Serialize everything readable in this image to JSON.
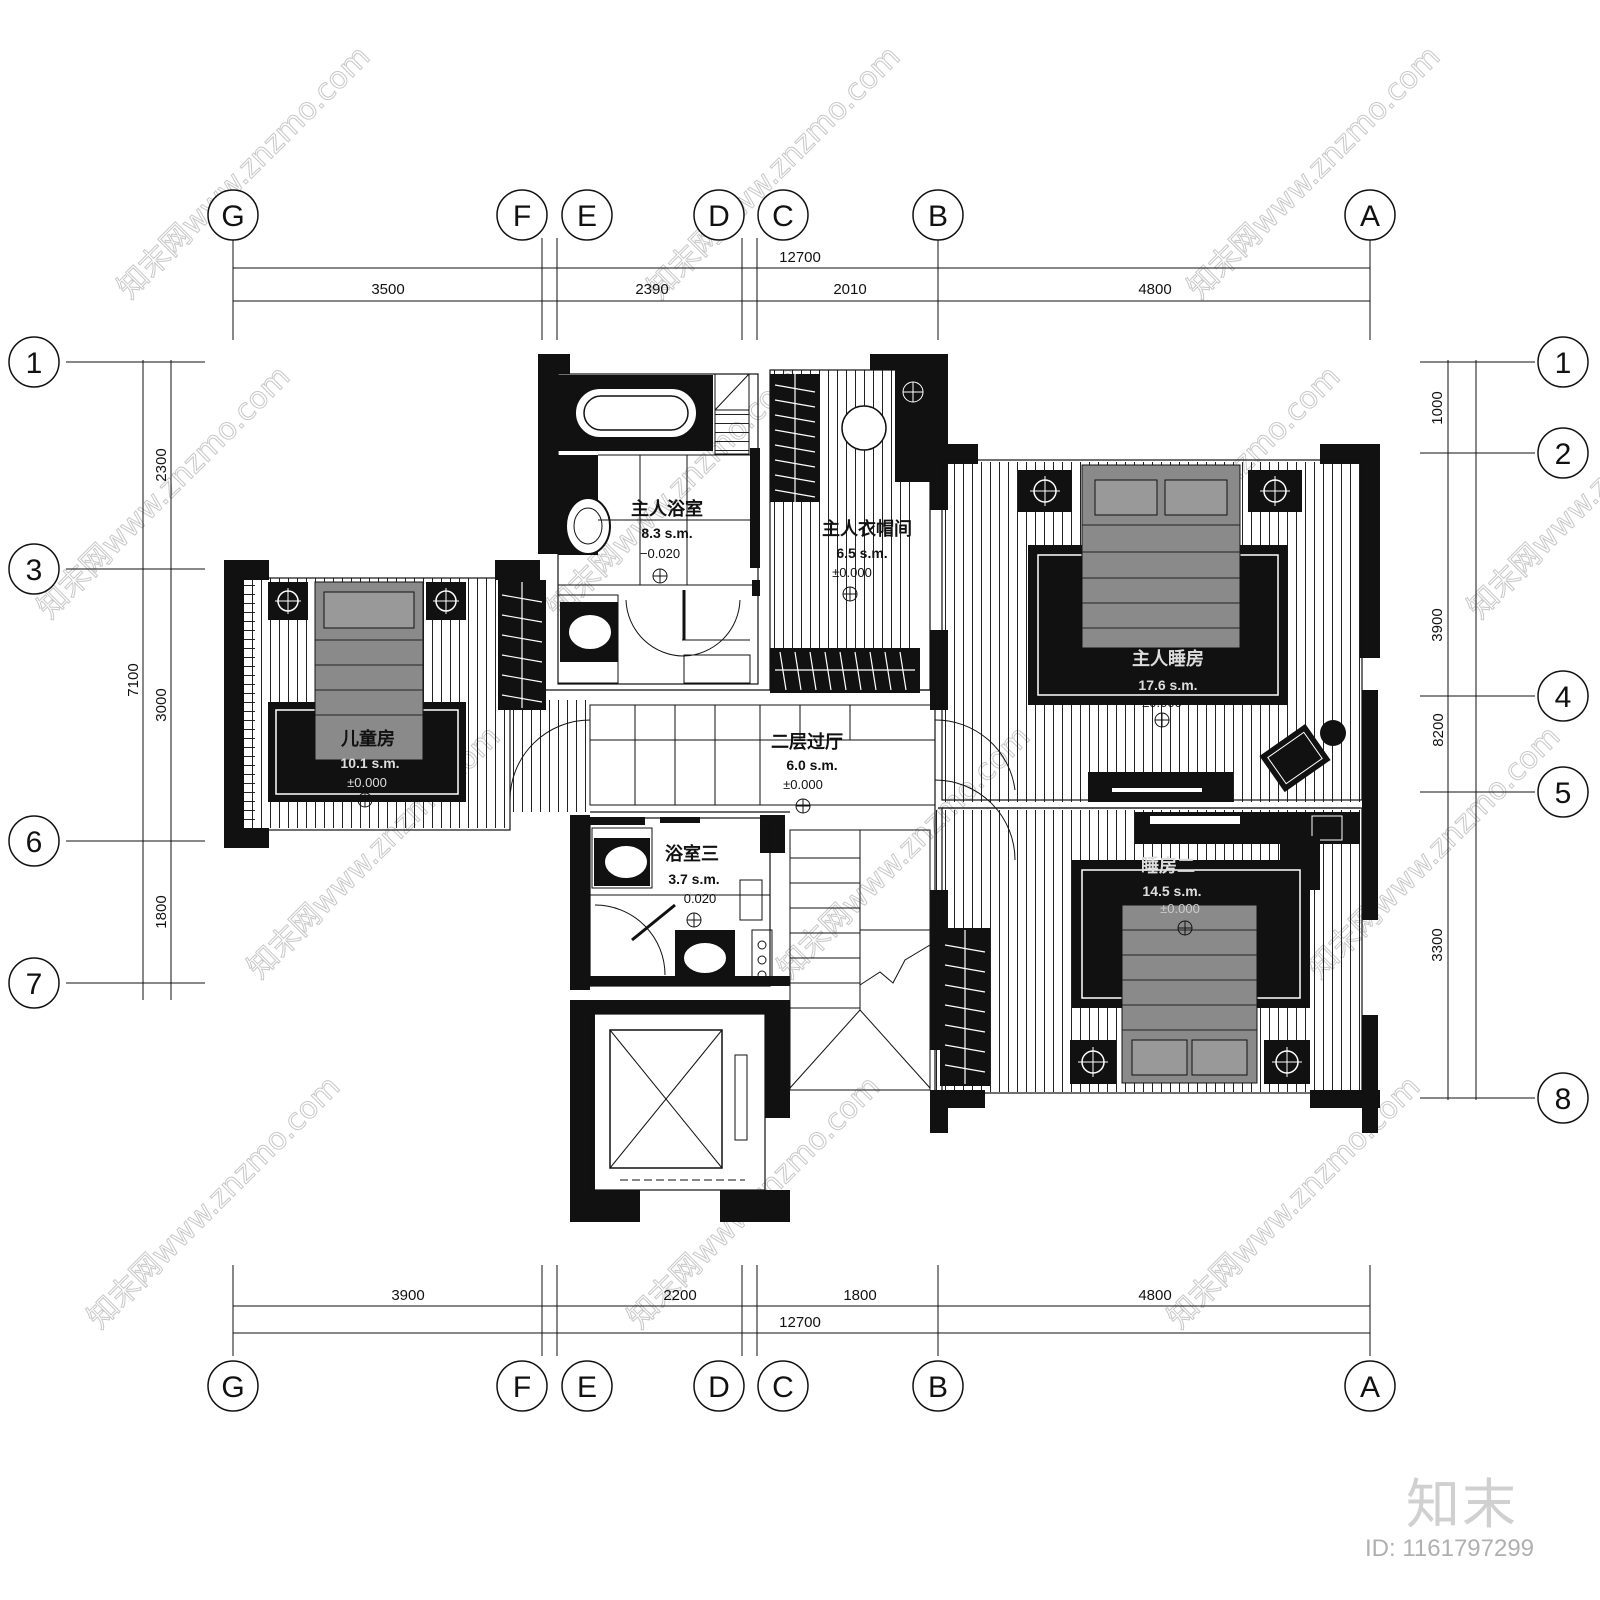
{
  "top_axes": [
    "G",
    "F",
    "E",
    "D",
    "C",
    "B",
    "A"
  ],
  "left_axes": [
    "1",
    "3",
    "6",
    "7"
  ],
  "right_axes": [
    "1",
    "2",
    "4",
    "5",
    "8"
  ],
  "top_dims": {
    "total": "12700",
    "segments": [
      "3500",
      "2390",
      "2010",
      "4800"
    ]
  },
  "bottom_dims": {
    "total": "12700",
    "segments": [
      "3900",
      "2200",
      "1800",
      "4800"
    ]
  },
  "left_dims": {
    "total": "7100",
    "segments": [
      "2300",
      "3000",
      "1800"
    ]
  },
  "right_dims": {
    "total": "8200",
    "segments": [
      "1000",
      "3900",
      "3300"
    ]
  },
  "rooms": {
    "master_bath": {
      "name": "主人浴室",
      "area": "8.3 s.m.",
      "level": "−0.020"
    },
    "cloakroom": {
      "name": "主人衣帽间",
      "area": "6.5 s.m.",
      "level": "±0.000"
    },
    "master_bed": {
      "name": "主人睡房",
      "area": "17.6 s.m.",
      "level": "±0.000"
    },
    "kids_room": {
      "name": "儿童房",
      "area": "10.1 s.m.",
      "level": "±0.000"
    },
    "hall": {
      "name": "二层过厅",
      "area": "6.0 s.m.",
      "level": "±0.000"
    },
    "bath3": {
      "name": "浴室三",
      "area": "3.7 s.m.",
      "level": "0.020"
    },
    "bedroom2": {
      "name": "睡房二",
      "area": "14.5 s.m.",
      "level": "±0.000"
    }
  },
  "watermark": "知末网www.znzmo.com",
  "brand": "知末",
  "id_label": "ID: 1161797299"
}
